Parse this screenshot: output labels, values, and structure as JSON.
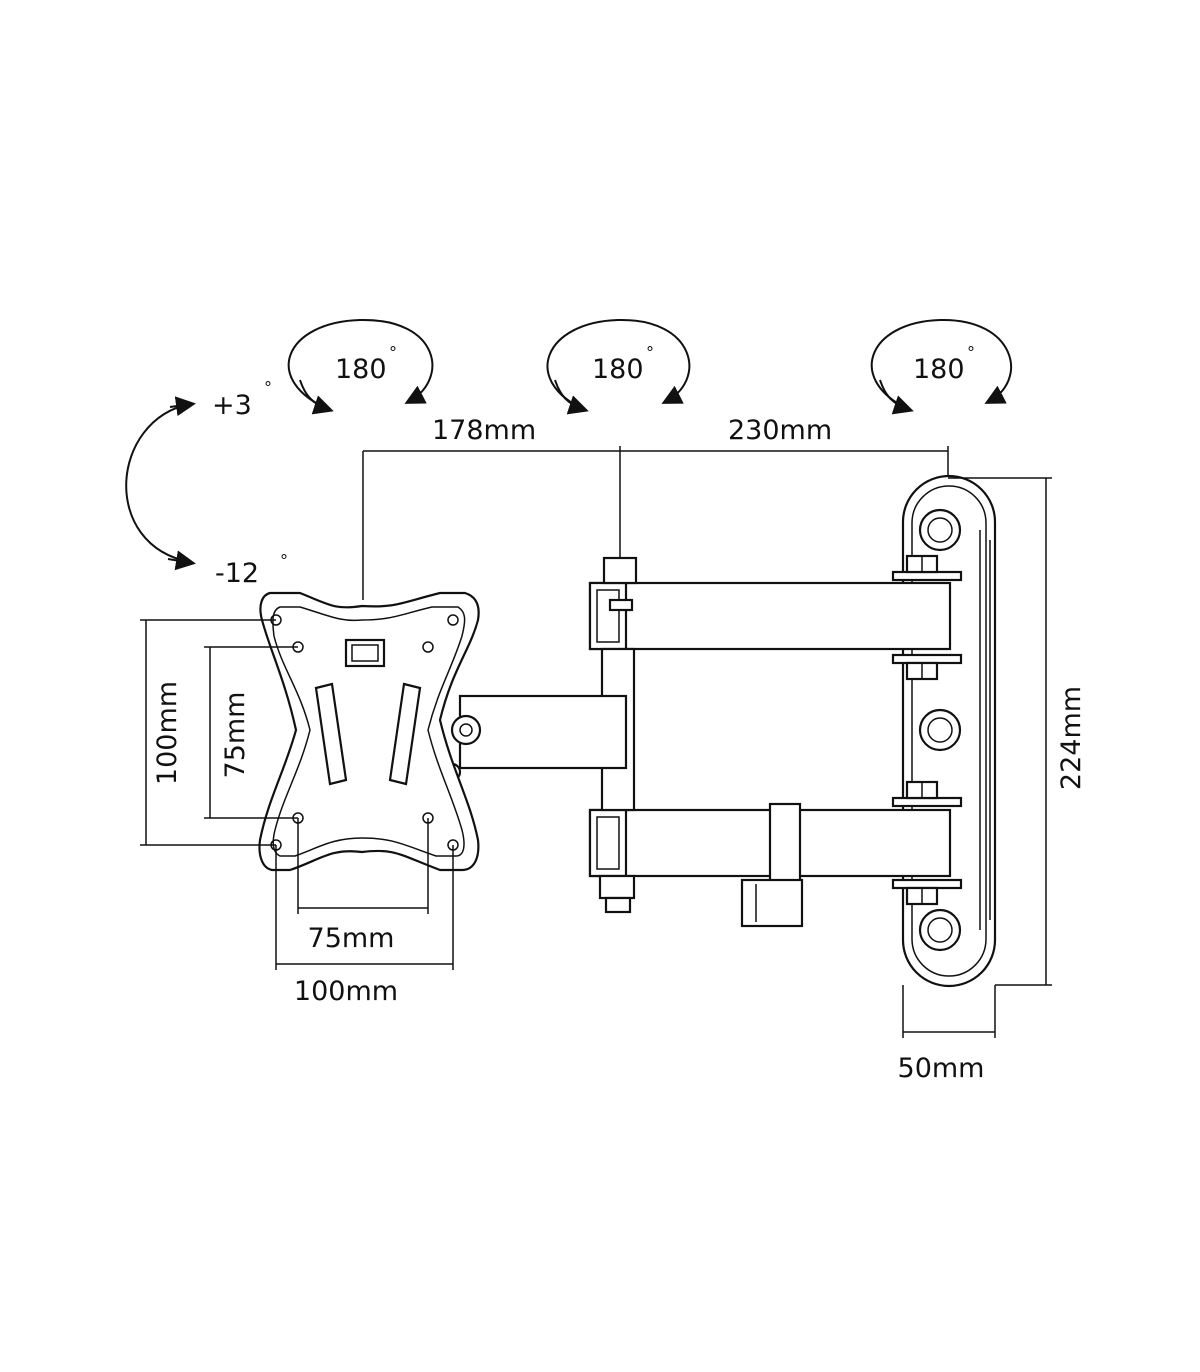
{
  "rotations": {
    "left": {
      "value": "180",
      "unit": "°"
    },
    "middle": {
      "value": "180",
      "unit": "°"
    },
    "right": {
      "value": "180",
      "unit": "°"
    }
  },
  "tilt": {
    "up": {
      "value": "+3",
      "unit": "°"
    },
    "down": {
      "value": "-12",
      "unit": "°"
    }
  },
  "dimensions": {
    "arm_inner": "178mm",
    "arm_outer": "230mm",
    "vesa_height_outer": "100mm",
    "vesa_height_inner": "75mm",
    "vesa_width_inner": "75mm",
    "vesa_width_outer": "100mm",
    "wallplate_height": "224mm",
    "wallplate_depth": "50mm"
  },
  "colors": {
    "line": "#111111",
    "background": "#ffffff"
  }
}
